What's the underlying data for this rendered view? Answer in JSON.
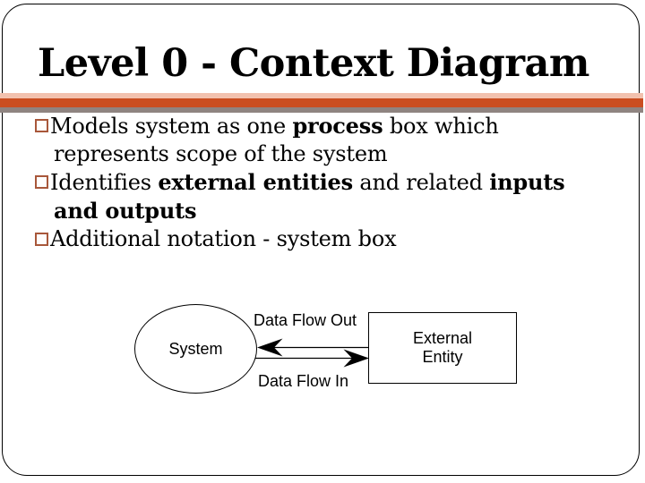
{
  "slide": {
    "title": "Level 0 - Context Diagram",
    "rule_colors": {
      "top": "#f2c1ae",
      "middle": "#ca4e21",
      "bottom": "#8f8481"
    },
    "bullet_marker_color": "#a8573a",
    "bullets": [
      {
        "continuation": false,
        "segments": [
          {
            "text": "Models system as one ",
            "bold": false
          },
          {
            "text": "process",
            "bold": true
          },
          {
            "text": " box which",
            "bold": false
          }
        ]
      },
      {
        "continuation": true,
        "segments": [
          {
            "text": "represents scope of the system",
            "bold": false
          }
        ]
      },
      {
        "continuation": false,
        "segments": [
          {
            "text": "Identifies ",
            "bold": false
          },
          {
            "text": "external entities",
            "bold": true
          },
          {
            "text": " and related ",
            "bold": false
          },
          {
            "text": "inputs",
            "bold": true
          }
        ]
      },
      {
        "continuation": true,
        "segments": [
          {
            "text": "and outputs",
            "bold": true
          }
        ]
      },
      {
        "continuation": false,
        "segments": [
          {
            "text": "Additional notation - system box",
            "bold": false
          }
        ]
      }
    ],
    "diagram": {
      "process_label": "System",
      "entity_lines": [
        "External",
        "Entity"
      ],
      "flow_out_label": "Data Flow Out",
      "flow_in_label": "Data Flow In"
    }
  }
}
